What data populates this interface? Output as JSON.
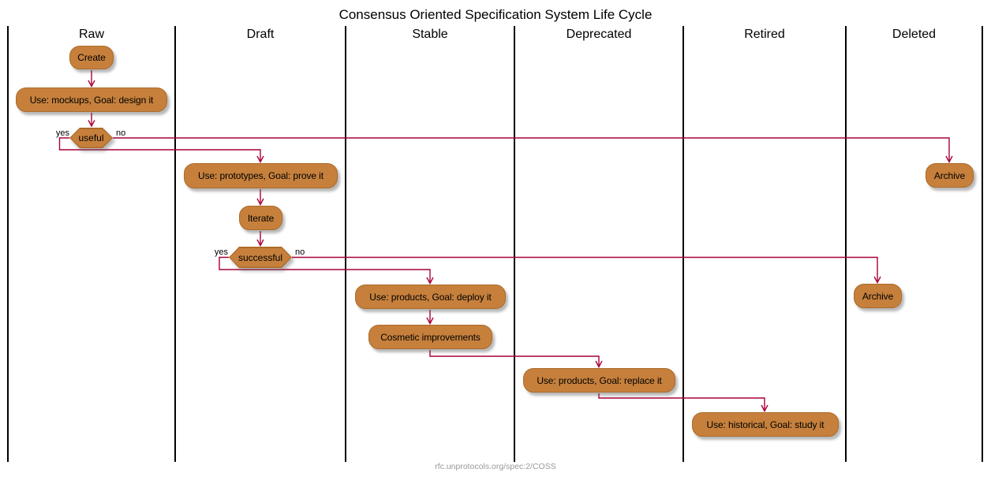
{
  "diagram": {
    "title": "Consensus Oriented Specification System Life Cycle",
    "footer": "rfc.unprotocols.org/spec:2/COSS",
    "type": "activity-diagram-with-swimlanes"
  },
  "colors": {
    "node_fill": "#C6803C",
    "node_border": "#AC6B28",
    "arrow": "#A80036",
    "lane_line": "#000000",
    "title_text": "#000000",
    "footer_text": "#999999"
  },
  "lanes": [
    {
      "label": "Raw"
    },
    {
      "label": "Draft"
    },
    {
      "label": "Stable"
    },
    {
      "label": "Deprecated"
    },
    {
      "label": "Retired"
    },
    {
      "label": "Deleted"
    }
  ],
  "nodes": {
    "create": {
      "label": "Create",
      "lane": "Raw",
      "type": "activity"
    },
    "mockups": {
      "label": "Use: mockups, Goal: design it",
      "lane": "Raw",
      "type": "activity"
    },
    "useful": {
      "label": "useful",
      "lane": "Raw",
      "type": "decision"
    },
    "prototypes": {
      "label": "Use: prototypes, Goal: prove it",
      "lane": "Draft",
      "type": "activity"
    },
    "iterate": {
      "label": "Iterate",
      "lane": "Draft",
      "type": "activity"
    },
    "successful": {
      "label": "successful",
      "lane": "Draft",
      "type": "decision"
    },
    "deploy": {
      "label": "Use: products, Goal: deploy it",
      "lane": "Stable",
      "type": "activity"
    },
    "cosmetic": {
      "label": "Cosmetic improvements",
      "lane": "Stable",
      "type": "activity"
    },
    "replace": {
      "label": "Use: products, Goal: replace it",
      "lane": "Deprecated",
      "type": "activity"
    },
    "historical": {
      "label": "Use: historical, Goal: study it",
      "lane": "Retired",
      "type": "activity"
    },
    "archive_top": {
      "label": "Archive",
      "lane": "Deleted",
      "type": "activity"
    },
    "archive_bottom": {
      "label": "Archive",
      "lane": "Deleted",
      "type": "activity"
    }
  },
  "branch_labels": {
    "useful_yes": "yes",
    "useful_no": "no",
    "successful_yes": "yes",
    "successful_no": "no"
  }
}
